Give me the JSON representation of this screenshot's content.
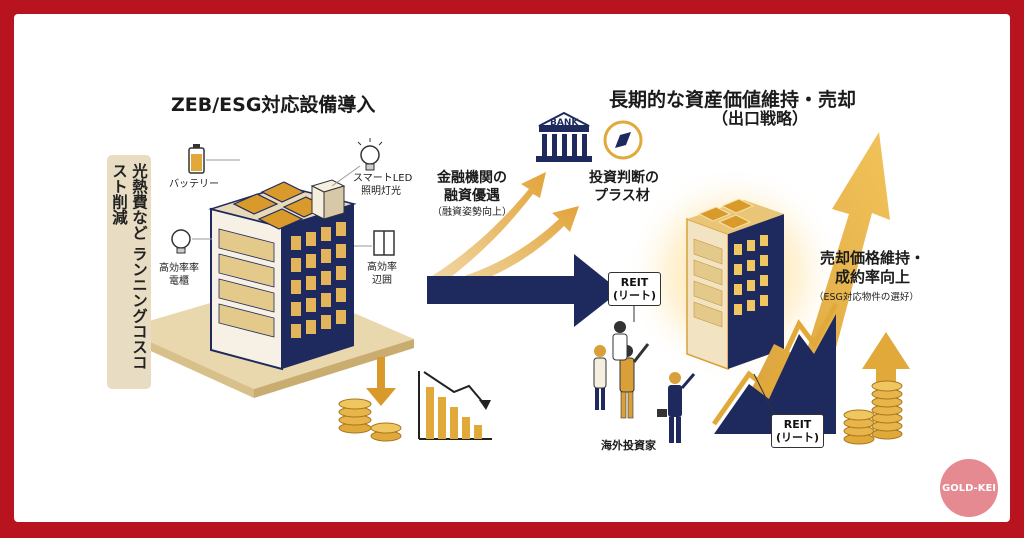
{
  "left": {
    "title": "ZEB/ESG対応設備導入",
    "vertical_label": "光熱費など ランニングコスコスト削減",
    "items": {
      "battery": "バッテリー",
      "led_line1": "スマートLED",
      "led_line2": "照明灯光",
      "hvac_line1": "高効率率",
      "hvac_line2": "電櫃",
      "window_line1": "高効率",
      "window_line2": "辺囲"
    }
  },
  "middle": {
    "bank_sign": "BANK",
    "finance_line1": "金融機関の",
    "finance_line2": "融資優遇",
    "finance_sub": "（融資姿勢向上）",
    "plus_line1": "投資判断の",
    "plus_line2": "プラス材"
  },
  "right": {
    "title_line1": "長期的な資産価値維持・売却",
    "title_line2": "（出口戦略）",
    "reit_tag1": "REIT\n(リート)",
    "reit_tag2": "REIT\n(リート)",
    "investors_label": "海外投資家",
    "sale_line1": "売却価格維持・",
    "sale_line2": "成約率向上",
    "sale_sub": "（ESG対応物件の選好）"
  },
  "watermark": "GOLD-KEI",
  "colors": {
    "frame": "#b8141f",
    "navy": "#1e2a5e",
    "gold": "#e0a93a",
    "tan": "#e8dcc3"
  }
}
